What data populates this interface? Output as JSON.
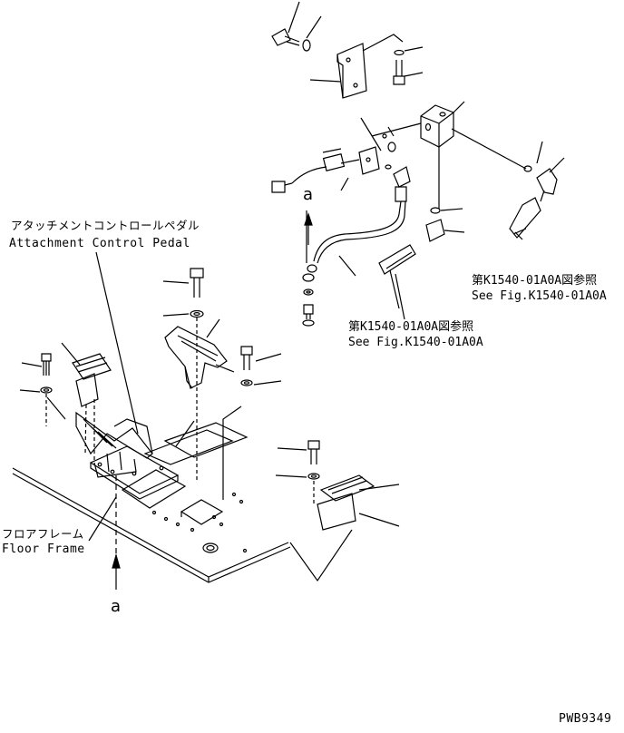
{
  "labels": {
    "attachment_pedal_jp": "アタッチメントコントロールペダル",
    "attachment_pedal_en": "Attachment Control Pedal",
    "floor_frame_jp": "フロアフレーム",
    "floor_frame_en": "Floor Frame",
    "see_fig_right_jp": "第K1540-01A0A図参照",
    "see_fig_right_en": "See Fig.K1540-01A0A",
    "see_fig_center_jp": "第K1540-01A0A図参照",
    "see_fig_center_en": "See Fig.K1540-01A0A",
    "callout_a_top": "a",
    "callout_a_bottom": "a",
    "drawing_code": "PWB9349"
  }
}
